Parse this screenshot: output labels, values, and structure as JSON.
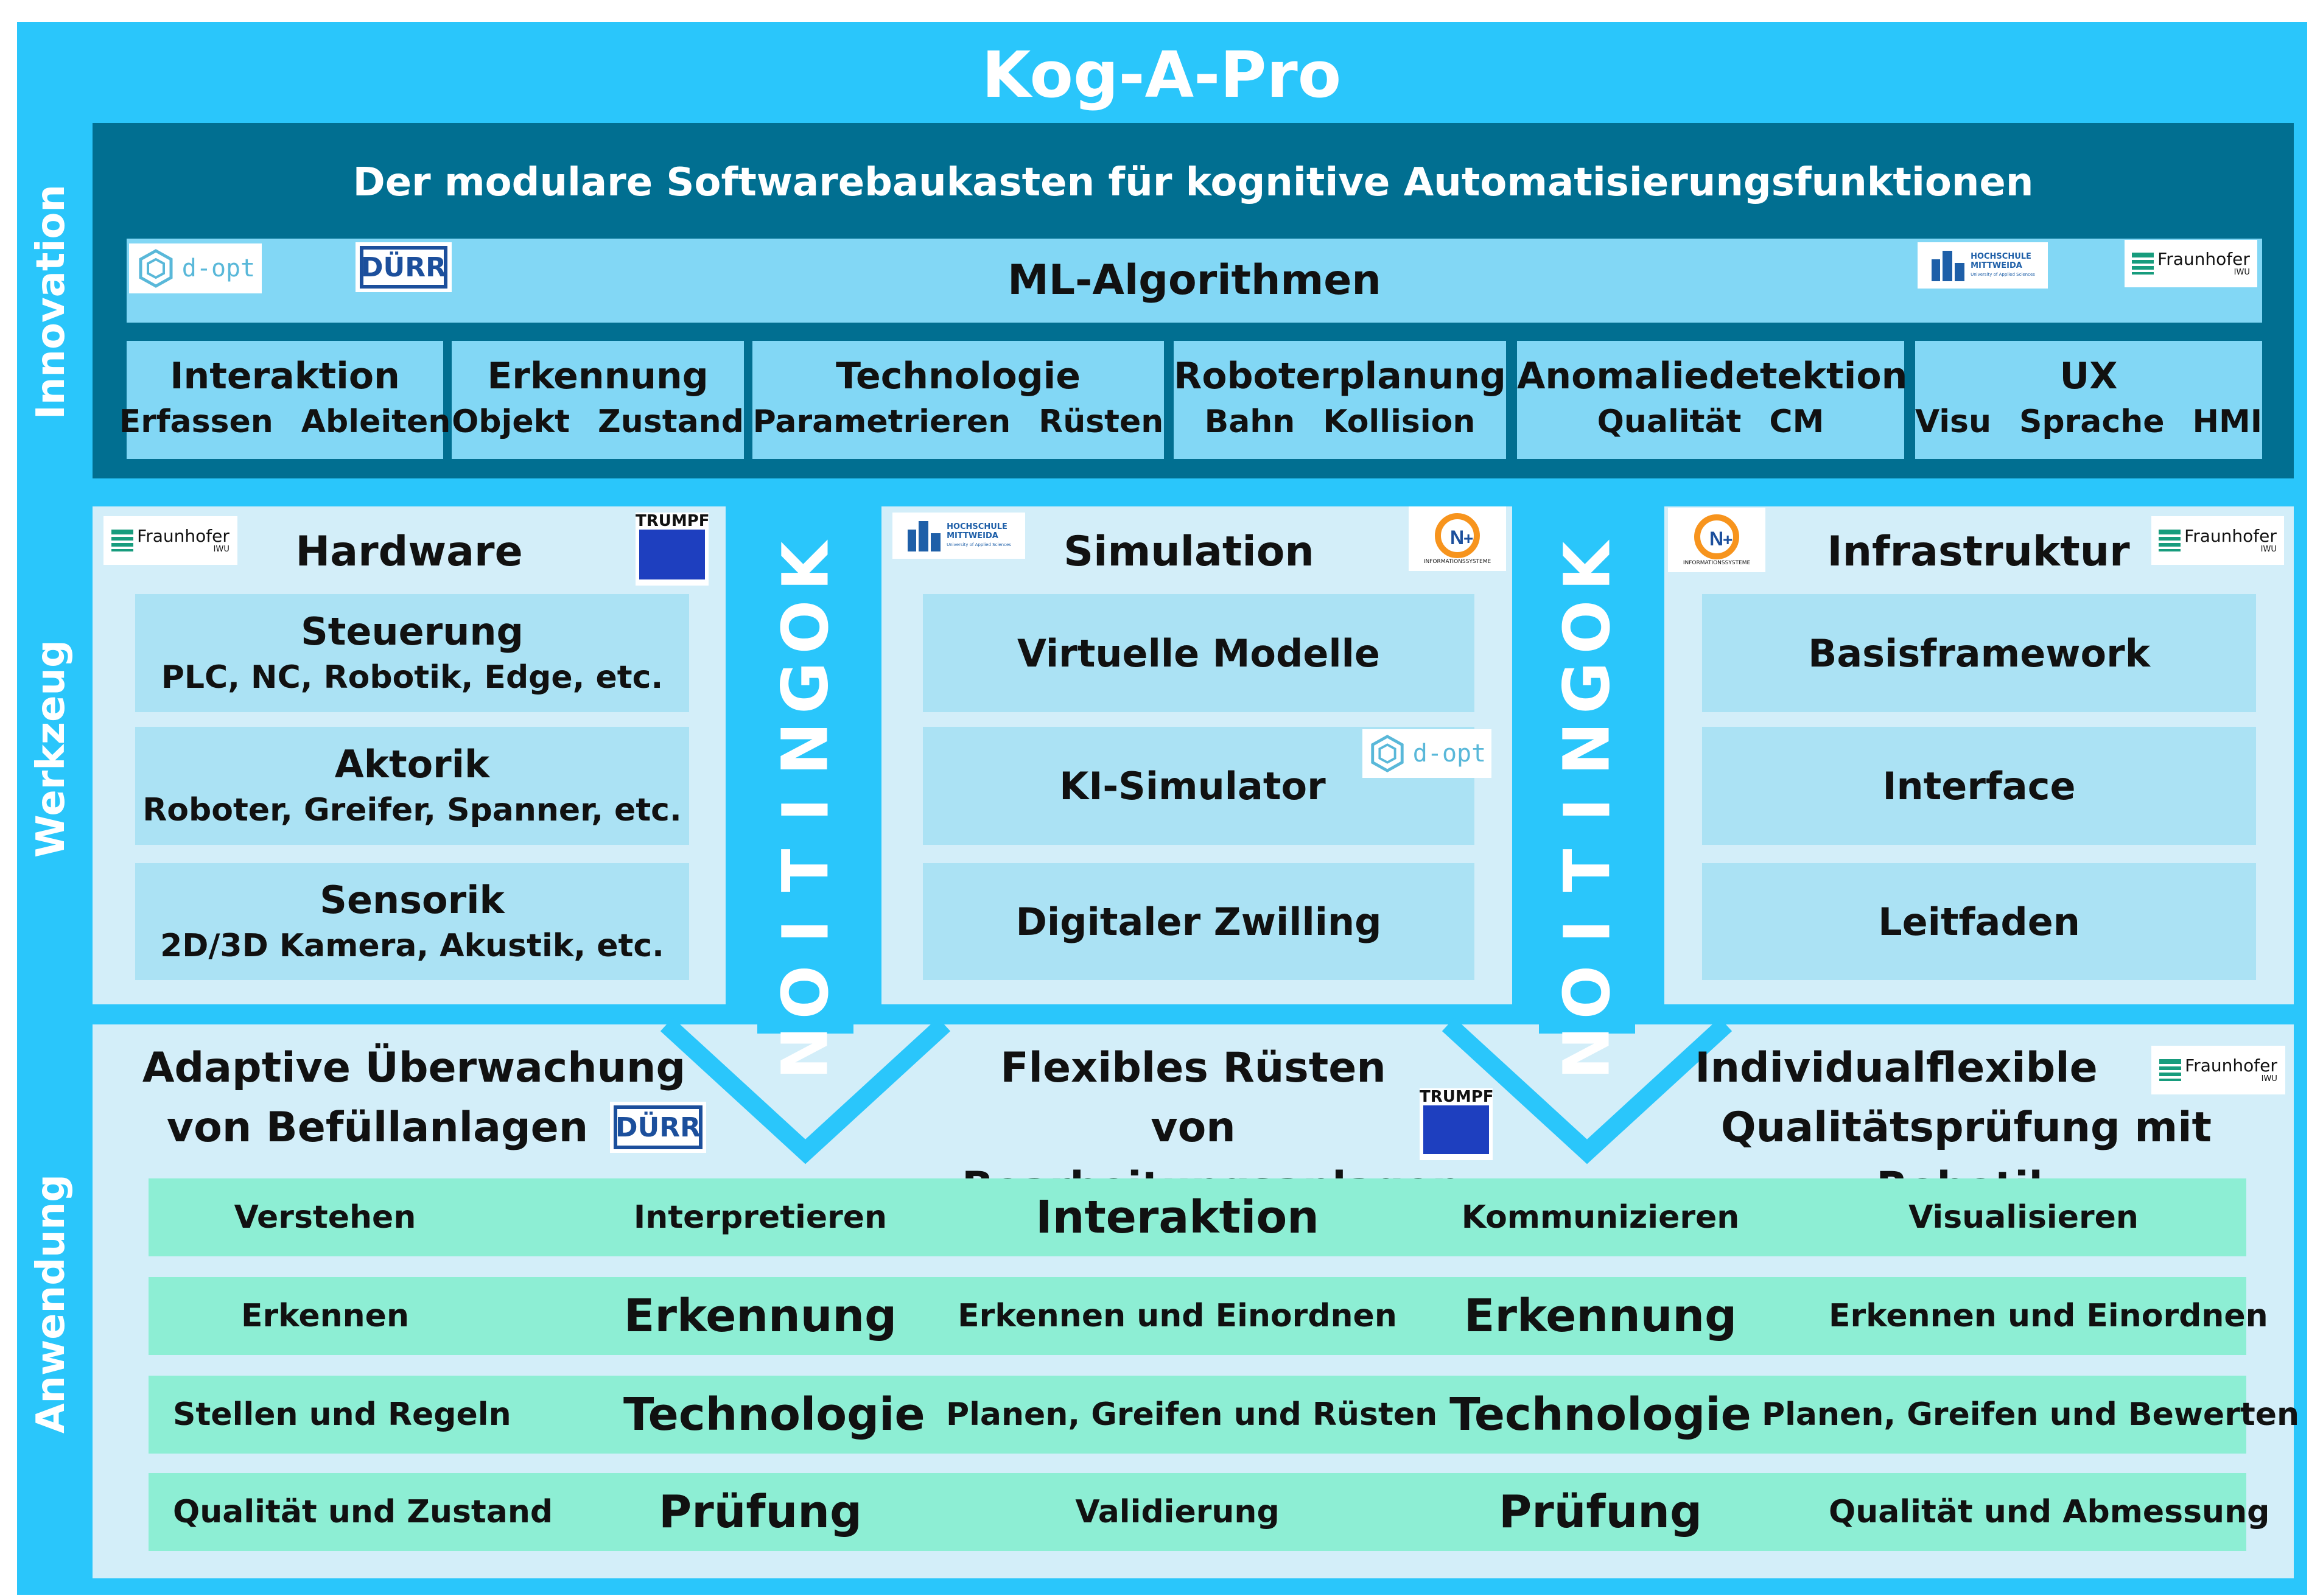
{
  "title": "Kog-A-Pro",
  "side_labels": {
    "innovation": "Innovation",
    "werkzeug": "Werkzeug",
    "anwendung": "Anwendung"
  },
  "innovation": {
    "heading": "Der modulare Softwarebaukasten für kognitive Automatisierungsfunktionen",
    "ml_bar": "ML-Algorithmen",
    "categories": [
      {
        "title": "Interaktion",
        "subs": [
          "Erfassen",
          "Ableiten"
        ]
      },
      {
        "title": "Erkennung",
        "subs": [
          "Objekt",
          "Zustand"
        ]
      },
      {
        "title": "Technologie",
        "subs": [
          "Parametrieren",
          "Rüsten"
        ]
      },
      {
        "title": "Roboterplanung",
        "subs": [
          "Bahn",
          "Kollision"
        ]
      },
      {
        "title": "Anomaliedetektion",
        "subs": [
          "Qualität",
          "CM"
        ]
      },
      {
        "title": "UX",
        "subs": [
          "Visu",
          "Sprache",
          "HMI"
        ]
      }
    ]
  },
  "logos": {
    "dopt": "d-opt",
    "durr": "DÜRR",
    "fraunhofer": "Fraunhofer",
    "fraunhofer_sub": "IWU",
    "hsmw_1": "HOCHSCHULE",
    "hsmw_2": "MITTWEIDA",
    "hsmw_3": "University of Applied Sciences",
    "trumpf": "TRUMPF",
    "np": "INFORMATIONSSYSTEME"
  },
  "werkzeug": {
    "hardware": {
      "title": "Hardware",
      "items": [
        {
          "title": "Steuerung",
          "sub": "PLC, NC, Robotik, Edge, etc."
        },
        {
          "title": "Aktorik",
          "sub": "Roboter, Greifer, Spanner, etc."
        },
        {
          "title": "Sensorik",
          "sub": "2D/3D Kamera, Akustik, etc."
        }
      ]
    },
    "simulation": {
      "title": "Simulation",
      "items": [
        "Virtuelle Modelle",
        "KI-Simulator",
        "Digitaler Zwilling"
      ]
    },
    "infrastruktur": {
      "title": "Infrastruktur",
      "items": [
        "Basisframework",
        "Interface",
        "Leitfaden"
      ]
    },
    "kognition_letters": [
      "K",
      "O",
      "G",
      "N",
      "I",
      "T",
      "I",
      "O",
      "N"
    ]
  },
  "anwendung": {
    "use_cases": [
      {
        "line1": "Adaptive Überwachung",
        "line2": "von Befüllanlagen"
      },
      {
        "line1": "Flexibles Rüsten von",
        "line2": "Bearbeitungsanlagen"
      },
      {
        "line1": "Individualflexible",
        "line2": "Qualitätsprüfung mit Robotik"
      }
    ],
    "rows": [
      [
        "Verstehen",
        "Interpretieren",
        "Interaktion",
        "Kommunizieren",
        "Visualisieren"
      ],
      [
        "Erkennen",
        "Erkennung",
        "Erkennen und Einordnen",
        "Erkennung",
        "Erkennen und Einordnen"
      ],
      [
        "Stellen und Regeln",
        "Technologie",
        "Planen, Greifen und Rüsten",
        "Technologie",
        "Planen, Greifen und Bewerten"
      ],
      [
        "Qualität und Zustand",
        "Prüfung",
        "Validierung",
        "Prüfung",
        "Qualität und Abmessung"
      ]
    ]
  }
}
